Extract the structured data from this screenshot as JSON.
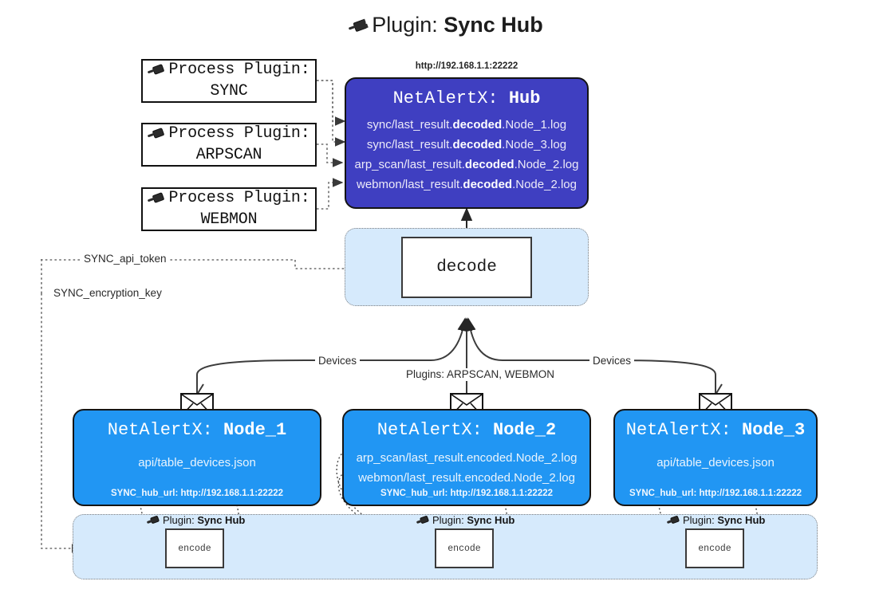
{
  "title": {
    "icon": "plug-icon",
    "prefix": "Plugin:",
    "name": "Sync Hub"
  },
  "process_plugins": [
    {
      "icon": "plug-icon",
      "line1": "Process Plugin:",
      "line2": "SYNC"
    },
    {
      "icon": "plug-icon",
      "line1": "Process Plugin:",
      "line2": "ARPSCAN"
    },
    {
      "icon": "plug-icon",
      "line1": "Process Plugin:",
      "line2": "WEBMON"
    }
  ],
  "hub": {
    "url": "http://192.168.1.1:22222",
    "title_prefix": "NetAlertX:",
    "title_name": "Hub",
    "logs": [
      {
        "pre": "sync/last_result.",
        "mid": "decoded",
        "post": ".Node_1.log"
      },
      {
        "pre": "sync/last_result.",
        "mid": "decoded",
        "post": ".Node_3.log"
      },
      {
        "pre": "arp_scan/last_result.",
        "mid": "decoded",
        "post": ".Node_2.log"
      },
      {
        "pre": "webmon/last_result.",
        "mid": "decoded",
        "post": ".Node_2.log"
      }
    ]
  },
  "decode": {
    "label": "decode"
  },
  "secrets": {
    "api_token": "SYNC_api_token",
    "encryption_key": "SYNC_encryption_key"
  },
  "edge_labels": {
    "devices_left": "Devices",
    "devices_right": "Devices",
    "plugins_center": "Plugins: ARPSCAN, WEBMON"
  },
  "nodes": [
    {
      "icon": "envelope-icon",
      "title_prefix": "NetAlertX:",
      "title_name": "Node_1",
      "lines": [
        "api/table_devices.json"
      ],
      "hub_url_label": "SYNC_hub_url: http://192.168.1.1:22222"
    },
    {
      "icon": "envelope-icon",
      "title_prefix": "NetAlertX:",
      "title_name": "Node_2",
      "lines": [
        "arp_scan/last_result.encoded.Node_2.log",
        "webmon/last_result.encoded.Node_2.log"
      ],
      "hub_url_label": "SYNC_hub_url: http://192.168.1.1:22222"
    },
    {
      "icon": "envelope-icon",
      "title_prefix": "NetAlertX:",
      "title_name": "Node_3",
      "lines": [
        "api/table_devices.json"
      ],
      "hub_url_label": "SYNC_hub_url: http://192.168.1.1:22222"
    }
  ],
  "encoders": [
    {
      "icon": "plug-icon",
      "label_prefix": "Plugin:",
      "label_name": "Sync Hub",
      "box": "encode"
    },
    {
      "icon": "plug-icon",
      "label_prefix": "Plugin:",
      "label_name": "Sync Hub",
      "box": "encode"
    },
    {
      "icon": "plug-icon",
      "label_prefix": "Plugin:",
      "label_name": "Sync Hub",
      "box": "encode"
    }
  ],
  "colors": {
    "hub_fill": "#3f3fc1",
    "node_fill": "#2196f3",
    "container_fill": "#d6eafc",
    "stroke": "#141414",
    "dotted": "#7f7f7f"
  }
}
